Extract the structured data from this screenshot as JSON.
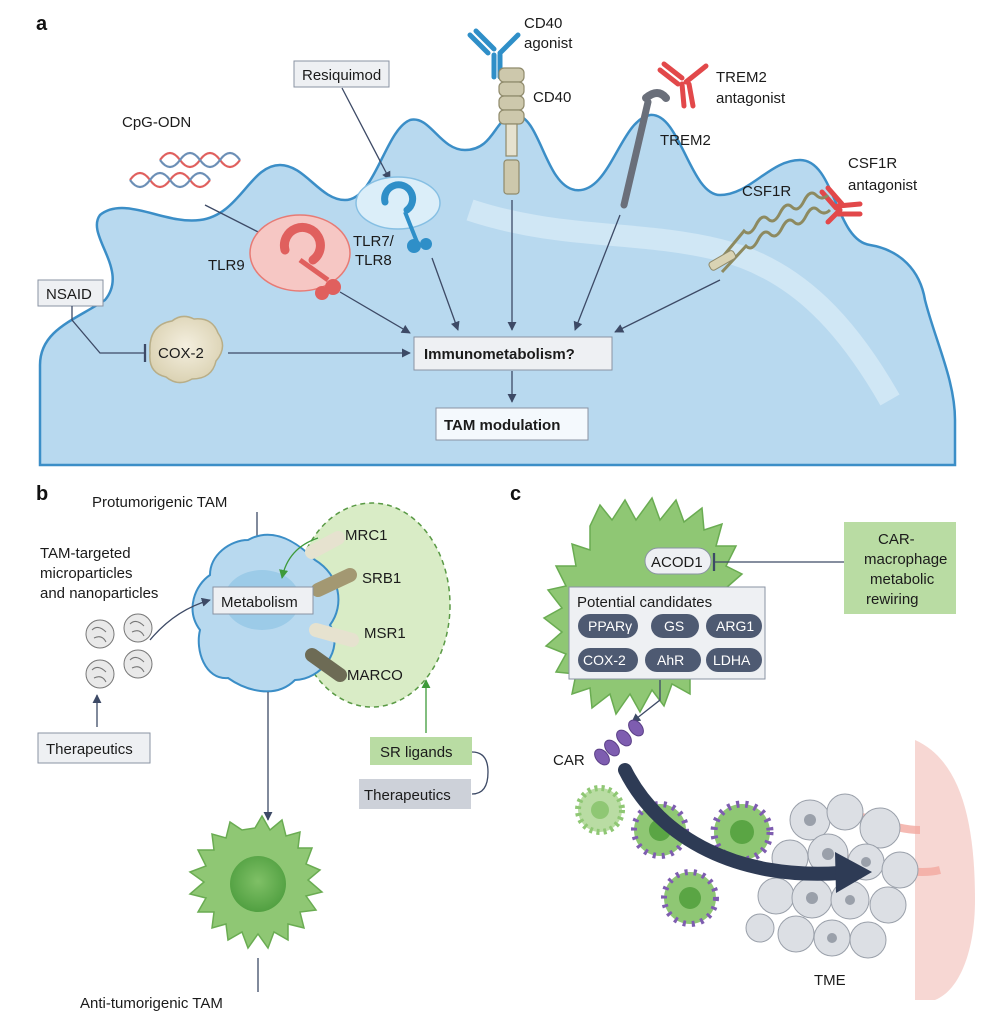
{
  "panels": {
    "a": "a",
    "b": "b",
    "c": "c"
  },
  "panel_a": {
    "cd40_agonist": [
      "CD40",
      "agonist"
    ],
    "cd40": "CD40",
    "resiquimod": "Resiquimod",
    "trem2_antagonist": [
      "TREM2",
      "antagonist"
    ],
    "trem2": "TREM2",
    "cpg_odn": "CpG-ODN",
    "csf1r_antagonist": [
      "CSF1R",
      "antagonist"
    ],
    "csf1r": "CSF1R",
    "tlr9": "TLR9",
    "tlr78": [
      "TLR7/",
      "TLR8"
    ],
    "nsaid": "NSAID",
    "cox2": "COX-2",
    "immunometabolism": "Immunometabolism?",
    "tam_modulation": "TAM modulation"
  },
  "panel_b": {
    "protumorigenic": "Protumorigenic TAM",
    "particles": [
      "TAM-targeted",
      "microparticles",
      "and nanoparticles"
    ],
    "metabolism": "Metabolism",
    "receptors": [
      "MRC1",
      "SRB1",
      "MSR1",
      "MARCO"
    ],
    "therapeutics_left": "Therapeutics",
    "sr_ligands": "SR ligands",
    "therapeutics_right": "Therapeutics",
    "antitumorigenic": "Anti-tumorigenic TAM"
  },
  "panel_c": {
    "acod1": "ACOD1",
    "car_rewiring": [
      "CAR-",
      "macrophage",
      "metabolic",
      "rewiring"
    ],
    "candidates_title": "Potential candidates",
    "candidates": [
      "PPARγ",
      "GS",
      "ARG1",
      "COX-2",
      "AhR",
      "LDHA"
    ],
    "car": "CAR",
    "tme": "TME"
  },
  "colors": {
    "cell_blue": "#b8d9ef",
    "cell_green": "#8fc774",
    "pill": "#4e5a72",
    "antagonist_red": "#e2484a",
    "agonist_blue": "#2f8fc8"
  }
}
